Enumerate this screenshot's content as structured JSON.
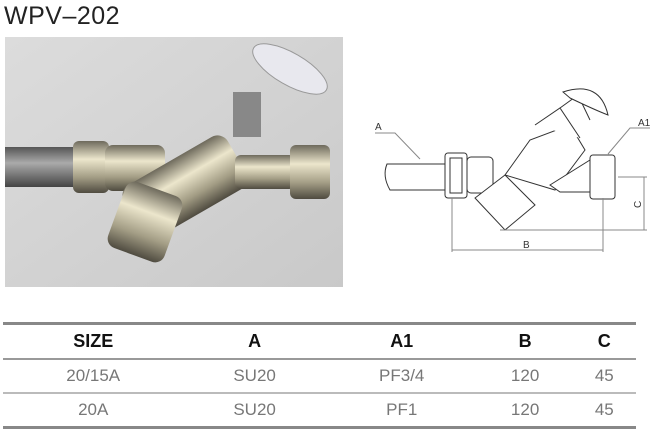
{
  "title": "WPV–202",
  "diagram": {
    "labels": {
      "a": "A",
      "a1": "A1",
      "b": "B",
      "c": "C"
    }
  },
  "table": {
    "headers": [
      "SIZE",
      "A",
      "A1",
      "B",
      "C"
    ],
    "rows": [
      [
        "20/15A",
        "SU20",
        "PF3/4",
        "120",
        "45"
      ],
      [
        "20A",
        "SU20",
        "PF1",
        "120",
        "45"
      ]
    ]
  }
}
